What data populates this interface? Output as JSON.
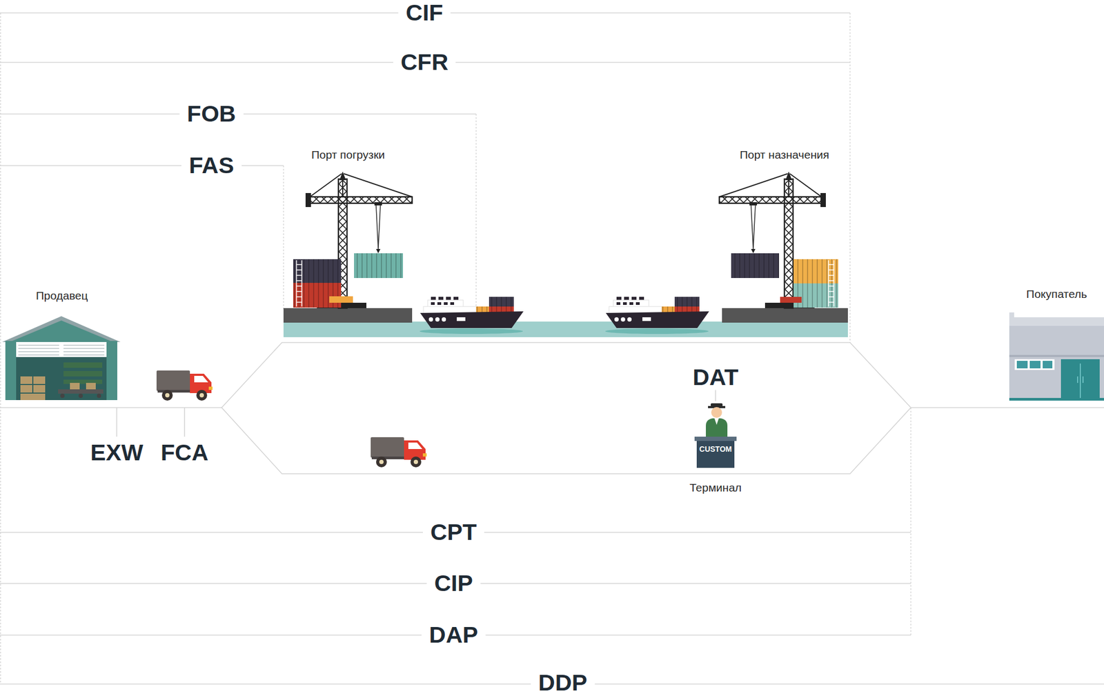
{
  "diagram": {
    "nodes": [
      {
        "text": [
          "Продавец"
        ]
      },
      {
        "text": [
          "Порт погрузки"
        ]
      },
      {
        "text": [
          "Порт назначения"
        ]
      },
      {
        "text": [
          "CUSTOM",
          "Терминал"
        ]
      },
      {
        "text": [
          "Покупатель"
        ]
      }
    ],
    "labels": [
      "CIF",
      "CFR",
      "FOB",
      "FAS",
      "DAT",
      "EXW",
      "FCA",
      "CPT",
      "CIP",
      "DAP",
      "DDP"
    ]
  }
}
